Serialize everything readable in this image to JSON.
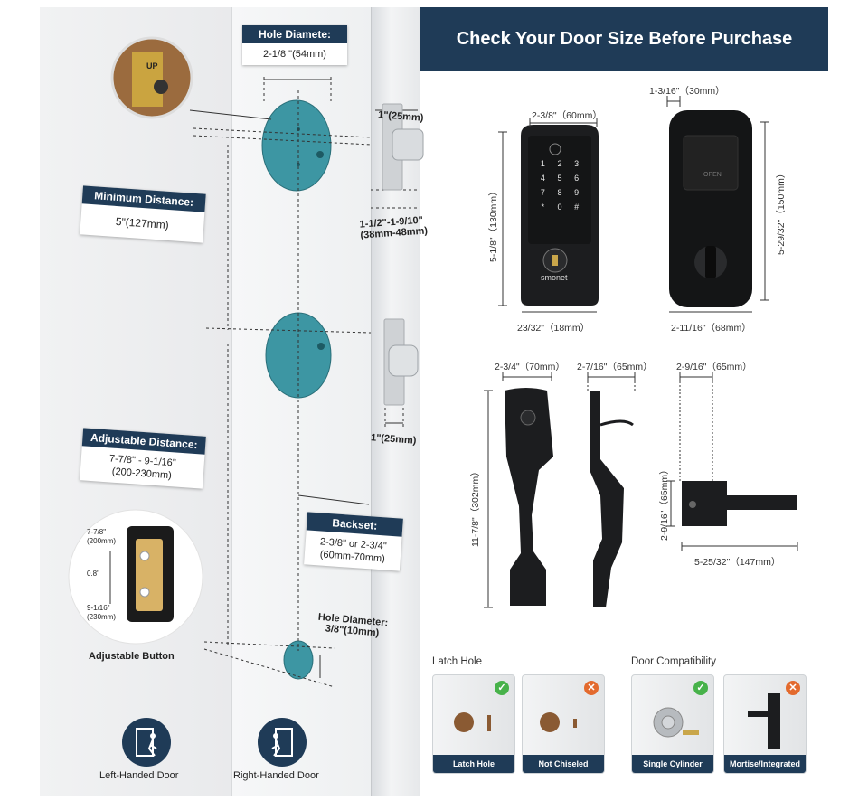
{
  "left": {
    "hole_diameter_top": {
      "head": "Hole Diamete:",
      "value": "2-1/8 \"(54mm)"
    },
    "minimum_distance": {
      "head": "Minimum Distance:",
      "value": "5\"(127mm)"
    },
    "adjustable_distance": {
      "head": "Adjustable Distance:",
      "value_1": "7-7/8\" - 9-1/16\"",
      "value_2": "(200-230mm)"
    },
    "backset": {
      "head": "Backset:",
      "value_1": "2-3/8\" or 2-3/4\"",
      "value_2": "(60mm-70mm)"
    },
    "hole_diameter_bottom": {
      "line_1": "Hole Diameter:",
      "line_2": "3/8\"(10mm)"
    },
    "door_edge_top": "1\"(25mm)",
    "door_thickness_1": "1-1/2\"-1-9/10\"",
    "door_thickness_2": "(38mm-48mm)",
    "door_edge_bottom": "1\"(25mm)",
    "adjust_top": "7-7/8\"",
    "adjust_top_mm": "(200mm)",
    "adjust_mid": "0.8\"",
    "adjust_bottom": "9-1/16\"",
    "adjust_bottom_mm": "(230mm)",
    "adjustable_button_label": "Adjustable Button",
    "strike_label": "UP",
    "left_handed_label": "Left-Handed Door",
    "right_handed_label": "Right-Handed Door"
  },
  "right": {
    "title": "Check Your Door Size Before Purchase",
    "keypad": {
      "width": "2-3/8\"（60mm）",
      "height": "5-1/8\"（130mm）",
      "depth": "23/32\"（18mm）",
      "brand": "smonet",
      "keys": [
        "1",
        "2",
        "3",
        "4",
        "5",
        "6",
        "7",
        "8",
        "9",
        "*",
        "0",
        "#"
      ]
    },
    "interior": {
      "depth": "1-3/16\"（30mm）",
      "height": "5-29/32\"（150mm）",
      "width": "2-11/16\"（68mm）",
      "open_label": "OPEN"
    },
    "handle": {
      "front_width": "2-3/4\"（70mm）",
      "side_width": "2-7/16\"（65mm）",
      "height": "11-7/8\"（302mm）"
    },
    "lever": {
      "width": "2-9/16\"（65mm）",
      "height": "2-9/16\"（65mm）",
      "length": "5-25/32\"（147mm）"
    },
    "latch_hole": {
      "title": "Latch Hole",
      "ok_caption": "Latch Hole",
      "no_caption": "Not Chiseled"
    },
    "door_compat": {
      "title": "Door Compatibility",
      "ok_caption": "Single Cylinder",
      "no_caption": "Mortise/Integrated"
    },
    "badges": {
      "ok": "✓",
      "no": "✕"
    }
  },
  "colors": {
    "navy": "#1f3b57",
    "teal": "#3b8f9b",
    "ok": "#47b24a",
    "no": "#e36a2e"
  }
}
